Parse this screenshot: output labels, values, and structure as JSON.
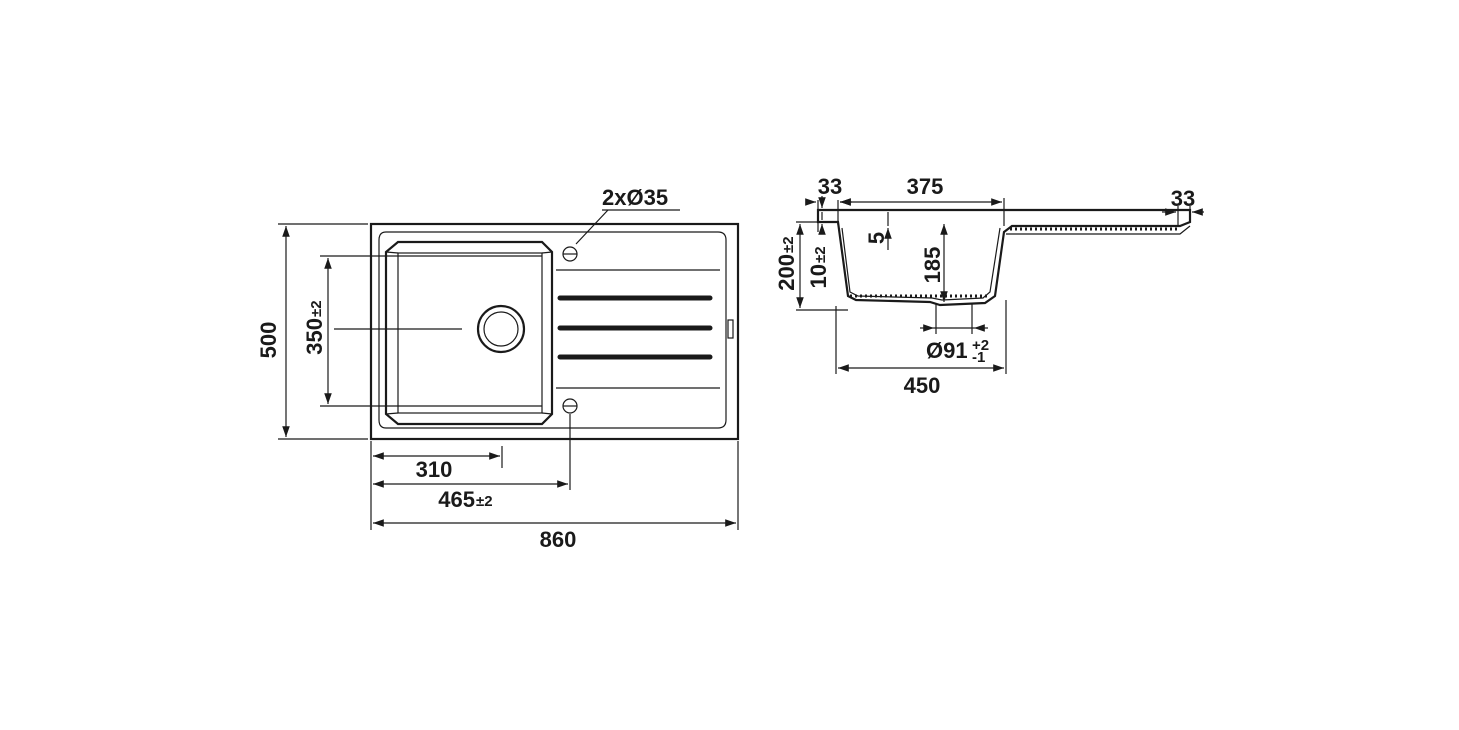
{
  "colors": {
    "line": "#1a1a1a",
    "background": "#ffffff"
  },
  "top_view": {
    "holes_label": "2xØ35",
    "width_total": "860",
    "depth_total": "500",
    "bowl_depth": "350",
    "bowl_depth_tol": "±2",
    "bowl_center_offset": "310",
    "holes_offset": "465",
    "holes_offset_tol": "±2"
  },
  "side_view": {
    "rim_left": "33",
    "bowl_width": "375",
    "rim_right": "33",
    "bottom_thickness": "5",
    "bowl_height": "185",
    "overall_height": "200",
    "overall_height_tol": "±2",
    "rim_height": "10",
    "rim_height_tol": "±2",
    "drain_diameter": "Ø91",
    "drain_tol_plus": "+2",
    "drain_tol_minus": "-1",
    "cabinet_width": "450"
  }
}
